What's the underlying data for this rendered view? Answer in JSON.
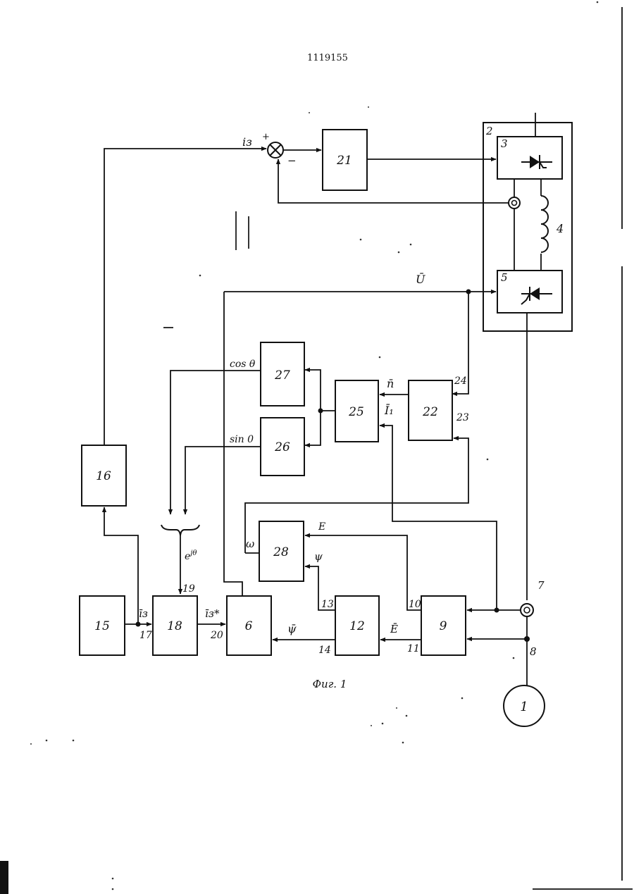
{
  "patent_number": "1119155",
  "figure_caption": "Фиг. 1",
  "blocks": {
    "b1": "1",
    "b6": "6",
    "b9": "9",
    "b12": "12",
    "b15": "15",
    "b16": "16",
    "b18": "18",
    "b21": "21",
    "b22": "22",
    "b25": "25",
    "b26": "26",
    "b27": "27",
    "b28": "28"
  },
  "node_labels": {
    "n2": "2",
    "n3": "3",
    "n4": "4",
    "n5": "5",
    "n7": "7",
    "n8": "8",
    "n10": "10",
    "n11": "11",
    "n13": "13",
    "n14": "14",
    "n17": "17",
    "n19": "19",
    "n20": "20",
    "n23": "23",
    "n24": "24"
  },
  "signals": {
    "i_s": "iз",
    "plus": "+",
    "minus": "−",
    "u_vec": "Ū",
    "cos": "cos θ",
    "sin": "sin 0",
    "n_vec": "n̄",
    "i1_vec": "Ī₁",
    "e_label": "E",
    "psi_label": "ψ",
    "omega": "ω",
    "e_vec": "Ē",
    "psi_vec": "ψ̄",
    "is_vec": "īз",
    "is_star": "īз*",
    "exp": "e",
    "exp_sup": "jθ"
  },
  "colors": {
    "ink": "#111111",
    "paper": "#ffffff"
  }
}
